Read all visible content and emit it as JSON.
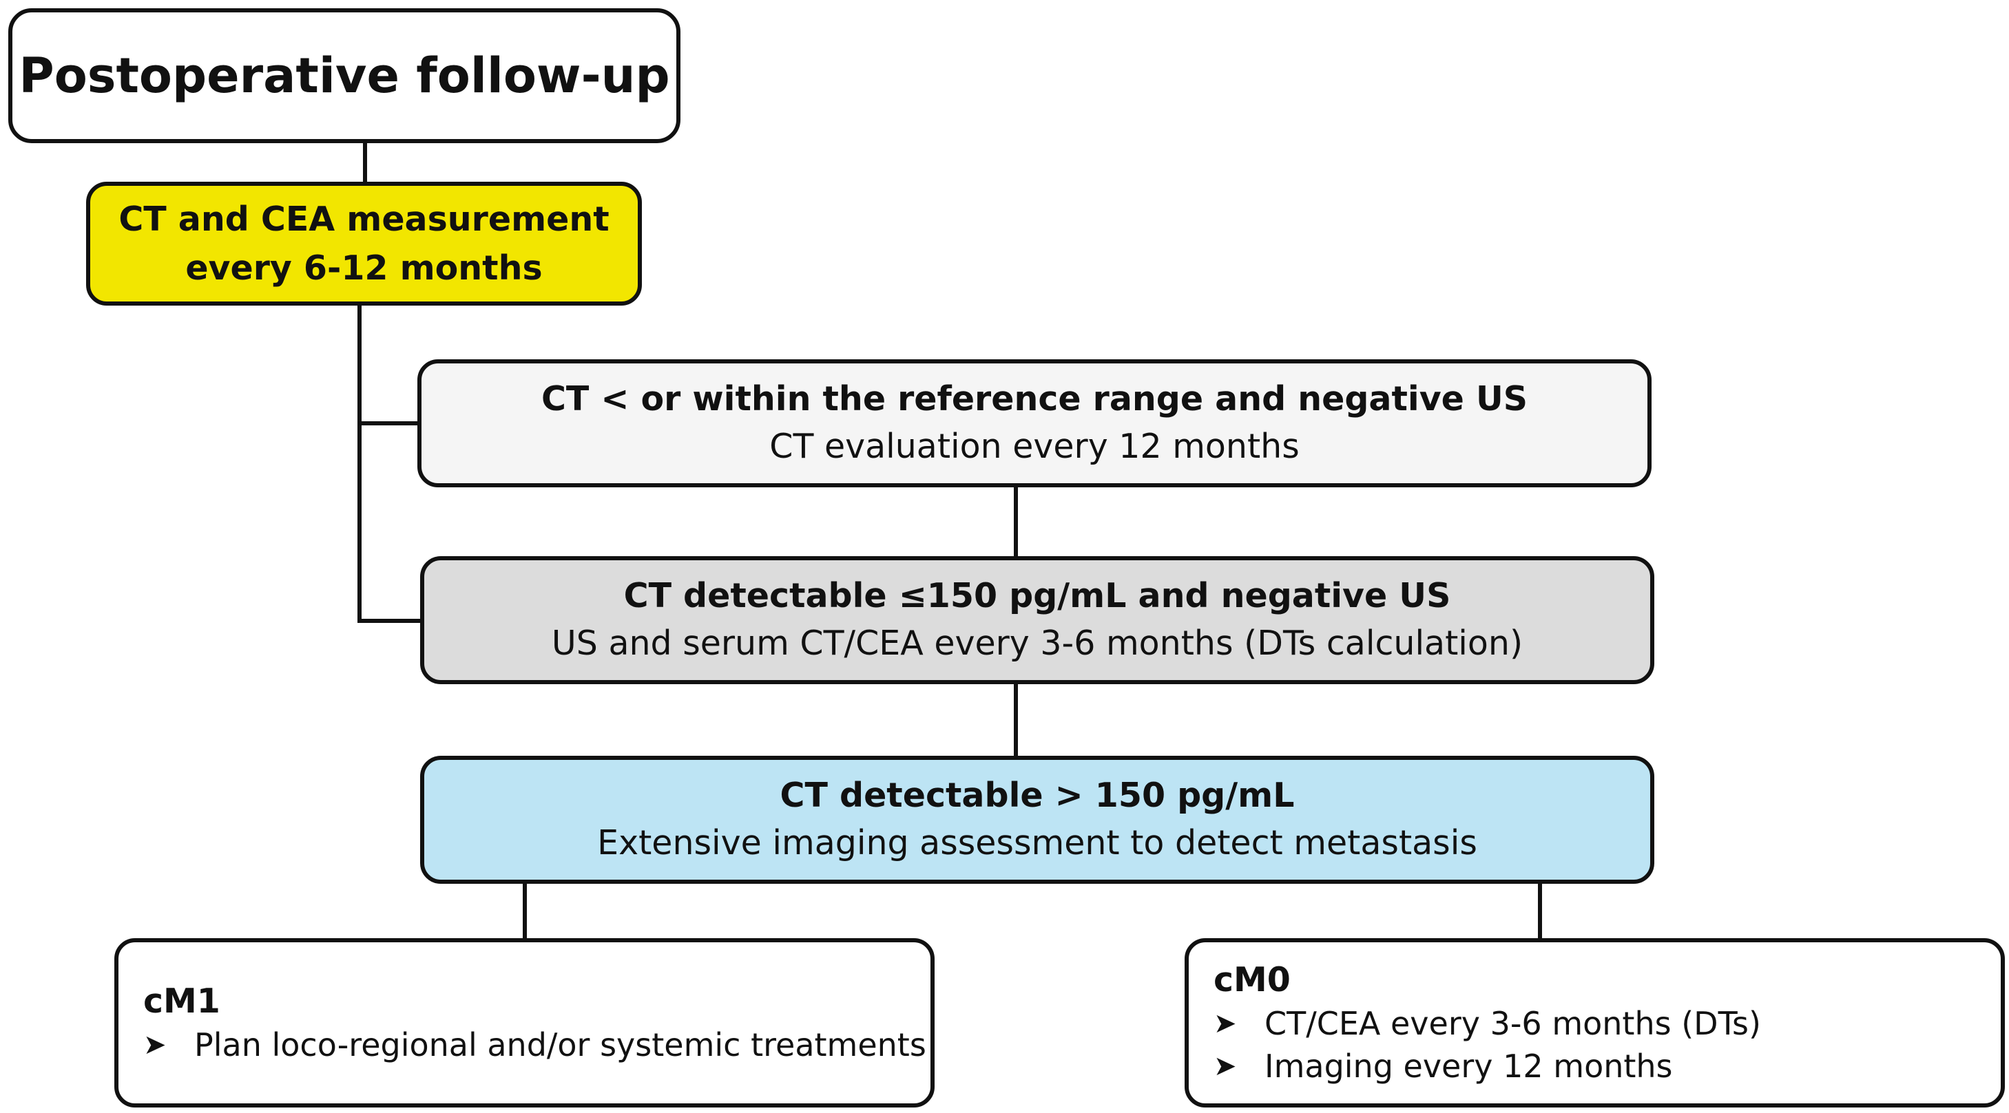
{
  "colors": {
    "title_fill": "#ffffff",
    "yellow_fill": "#f2e600",
    "light_fill": "#f5f5f5",
    "grey_fill": "#dcdcdc",
    "blue_fill": "#bde4f4",
    "stroke": "#111111"
  },
  "title": "Postoperative follow-up",
  "ct_cea": {
    "line1": "CT and CEA measurement",
    "line2": "every 6-12 months"
  },
  "ref_range": {
    "heading": "CT < or within the reference range and negative US",
    "detail": "CT evaluation every 12 months"
  },
  "detectable_low": {
    "heading": "CT detectable ≤150 pg/mL and negative US",
    "detail": "US and serum CT/CEA every 3-6 months (DTs calculation)"
  },
  "detectable_high": {
    "heading": "CT detectable > 150 pg/mL",
    "detail": "Extensive imaging assessment to detect metastasis"
  },
  "cm1": {
    "heading": "cM1",
    "bullet_icon": "arrowhead-bullet-icon",
    "bullets": [
      "Plan loco-regional and/or systemic treatments"
    ]
  },
  "cm0": {
    "heading": "cM0",
    "bullet_icon": "arrowhead-bullet-icon",
    "bullets": [
      "CT/CEA every 3-6 months (DTs)",
      "Imaging every 12 months"
    ]
  }
}
